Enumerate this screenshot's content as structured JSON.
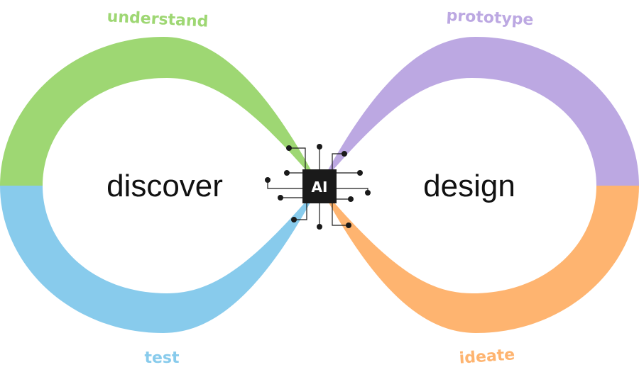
{
  "labels": {
    "left_loop": "discover",
    "right_loop": "design",
    "chip": "AI"
  },
  "arcs": [
    {
      "label": "understand",
      "color": "#9ED773"
    },
    {
      "label": "test",
      "color": "#88CBEC"
    },
    {
      "label": "prototype",
      "color": "#BCA8E2"
    },
    {
      "label": "ideate",
      "color": "#FEB470"
    }
  ],
  "chip_color": "#1a1a1a",
  "circuit_color": "#1a1a1a",
  "background": "#ffffff"
}
